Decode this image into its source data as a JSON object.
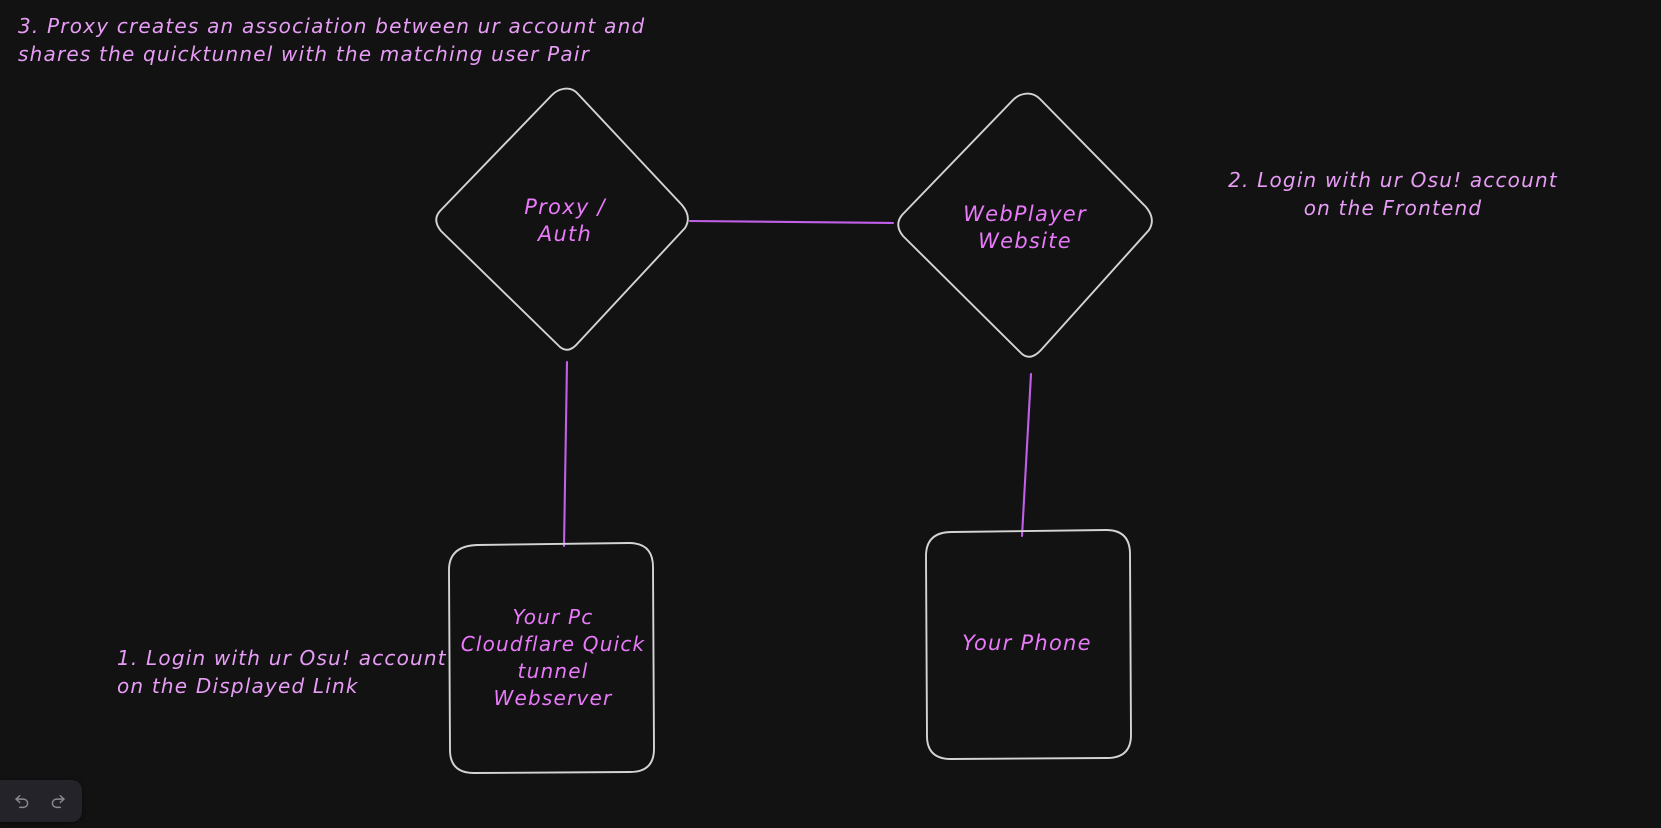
{
  "canvas": {
    "background_color": "#121212",
    "stroke_color": "#d8d8d8",
    "accent_color": "#e879f9",
    "connector_color": "#c15fe8"
  },
  "notes": [
    {
      "id": "note-3",
      "text": "3. Proxy creates an association between ur account and\nshares the quicktunnel with the matching user Pair"
    },
    {
      "id": "note-2",
      "text": "2. Login with ur Osu! account\non the Frontend"
    },
    {
      "id": "note-1",
      "text": "1. Login with ur Osu! account\non the Displayed Link"
    }
  ],
  "nodes": [
    {
      "id": "proxy-auth",
      "shape": "diamond",
      "label": "Proxy /\nAuth"
    },
    {
      "id": "webplayer",
      "shape": "diamond",
      "label": "WebPlayer\nWebsite"
    },
    {
      "id": "your-pc",
      "shape": "rounded-rect",
      "label": "Your Pc\nCloudflare Quick\ntunnel\nWebserver"
    },
    {
      "id": "your-phone",
      "shape": "rounded-rect",
      "label": "Your Phone"
    }
  ],
  "connectors": [
    {
      "id": "proxy-to-webplayer",
      "from": "proxy-auth",
      "to": "webplayer"
    },
    {
      "id": "proxy-to-your-pc",
      "from": "proxy-auth",
      "to": "your-pc"
    },
    {
      "id": "webplayer-to-your-phone",
      "from": "webplayer",
      "to": "your-phone"
    }
  ],
  "toolbar": {
    "undo_label": "Undo",
    "redo_label": "Redo",
    "undo_icon": "undo-arrow-icon",
    "redo_icon": "redo-arrow-icon"
  }
}
